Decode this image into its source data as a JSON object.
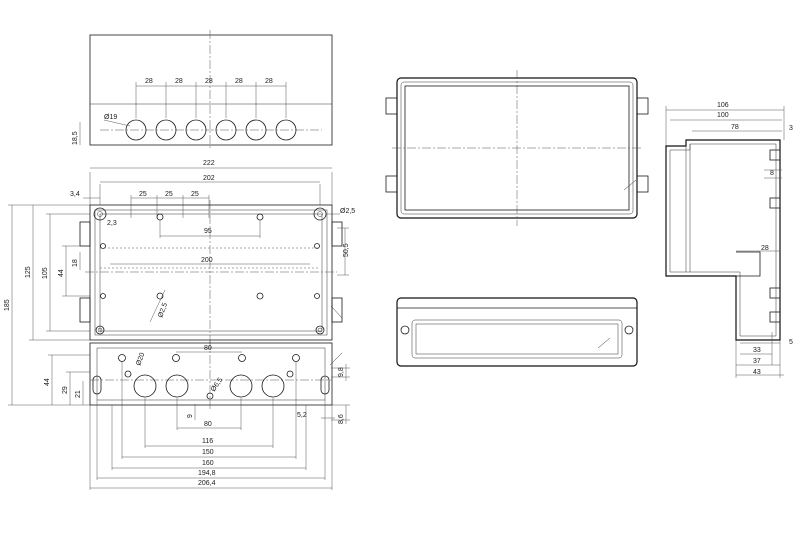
{
  "drawing": {
    "nozzle_view": {
      "spacing": [
        "28",
        "28",
        "28",
        "28",
        "28"
      ],
      "hole_diameter": "Ø19",
      "height": "18,5"
    },
    "top_view": {
      "w_overall": "222",
      "w_inner": "202",
      "edge": "3,4",
      "pitch": [
        "25",
        "25",
        "25"
      ],
      "offset": "2,3",
      "boss_pitch": "95",
      "rail_width": "200",
      "h_overall": "185",
      "h_body": "125",
      "h_inner": "105",
      "h_mid": "44",
      "h_small": "18",
      "screw": "Ø2,5",
      "right_height": "50,5",
      "slot": "Ø2,5"
    },
    "bottom_view": {
      "hole_pitch": "80",
      "hole_large": "Ø20",
      "hole_small": "Ø6,5",
      "flange_height": "44",
      "flange_mid": "29",
      "flange_low": "21",
      "w116": "116",
      "w150": "150",
      "w160": "160",
      "w194": "194,8",
      "w206": "206,4",
      "pitch_bottom": "80",
      "gap": "9",
      "right_a": "9,8",
      "right_b": "5,2",
      "right_c": "8,6"
    },
    "section_view": {
      "w106": "106",
      "w100": "100",
      "w78": "78",
      "w3": "3",
      "d8": "8",
      "d28": "28",
      "w33": "33",
      "w37": "37",
      "w43": "43",
      "w5": "5"
    }
  }
}
